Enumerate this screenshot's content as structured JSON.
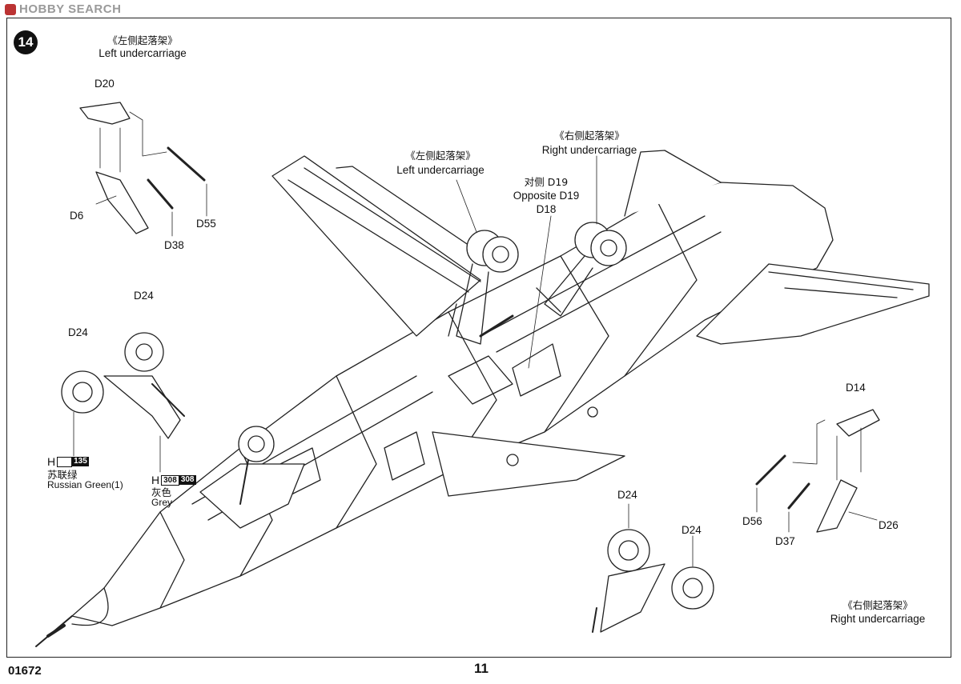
{
  "watermark": "HOBBY SEARCH",
  "step_number": "14",
  "top_left_group": {
    "title_zh": "《左侧起落架》",
    "title_en": "Left undercarriage",
    "parts": [
      "D20",
      "D6",
      "D38",
      "D55"
    ]
  },
  "center_left_group": {
    "title_zh": "《左侧起落架》",
    "title_en": "Left undercarriage"
  },
  "center_right_group": {
    "title_zh": "《右侧起落架》",
    "title_en": "Right undercarriage",
    "opposite_zh": "对侧 D19",
    "opposite_en": "Opposite D19",
    "part": "D18"
  },
  "left_wheel_group": {
    "parts": [
      "D24",
      "D24"
    ],
    "colors": [
      {
        "code_letter": "H",
        "code": "135",
        "name_zh": "苏联绿",
        "name_en": "Russian Green(1)"
      },
      {
        "code_letter": "H",
        "code_a": "308",
        "code_b": "308",
        "name_zh": "灰色",
        "name_en": "Grey"
      }
    ]
  },
  "right_top_group": {
    "parts": [
      "D14",
      "D56",
      "D37",
      "D26"
    ]
  },
  "right_bottom_group": {
    "parts": [
      "D24",
      "D24"
    ],
    "title_zh": "《右侧起落架》",
    "title_en": "Right undercarriage"
  },
  "footer": {
    "product_code": "01672",
    "page_number": "11"
  }
}
